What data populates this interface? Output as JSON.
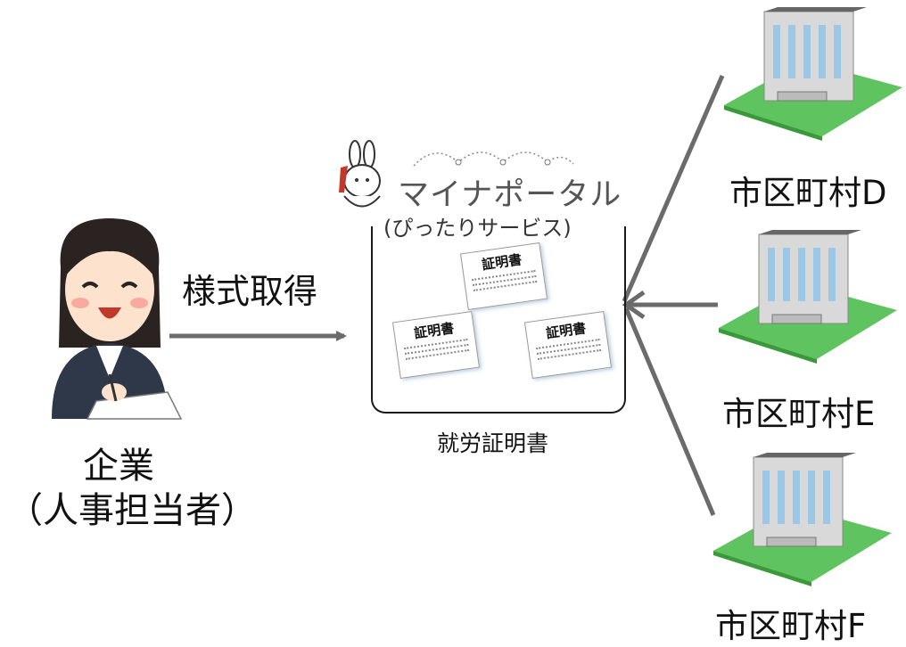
{
  "person": {
    "line1": "企業",
    "line2": "（人事担当者）"
  },
  "arrow_label": "様式取得",
  "portal": {
    "title": "マイナポータル",
    "subtitle": "(ぴったりサービス)"
  },
  "box_caption": "就労証明書",
  "document_title": "証明書",
  "cities": [
    "市区町村D",
    "市区町村E",
    "市区町村F"
  ],
  "colors": {
    "arrow": "#6b6b6b",
    "box_border": "#1a1a1a",
    "building_green": "#5fc35f",
    "building_window": "#9cc8e8"
  }
}
